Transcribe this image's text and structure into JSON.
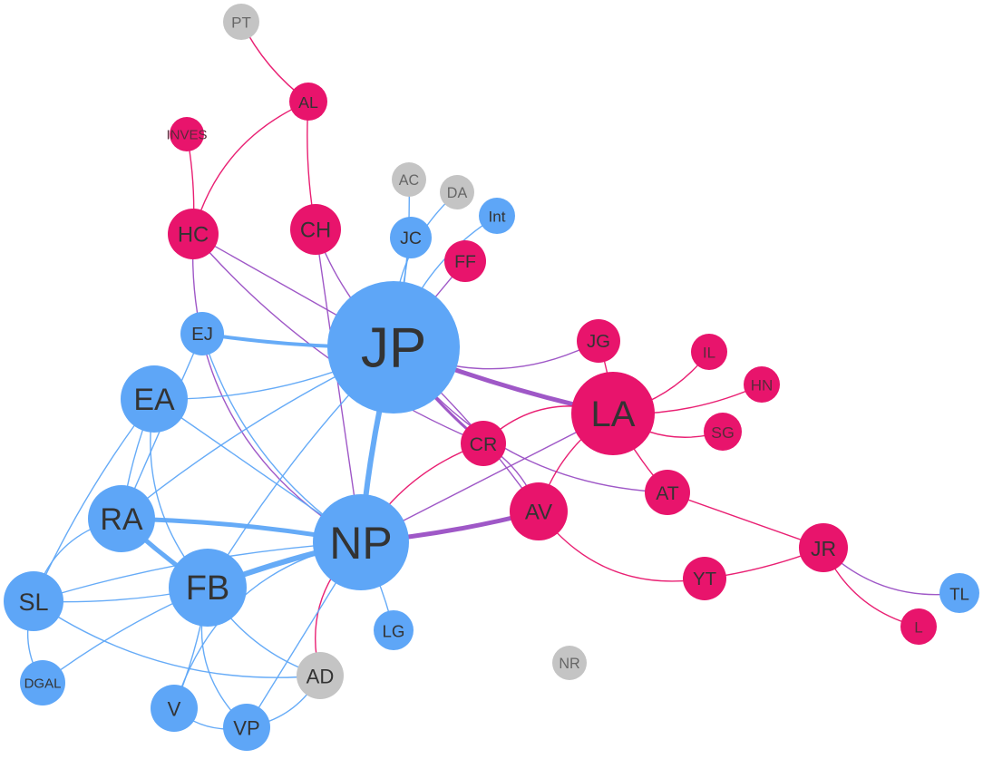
{
  "colors": {
    "blue": "#5ea6f7",
    "pink": "#e8146c",
    "gray": "#c4c4c4",
    "purple": "#9a4fc4",
    "label_dark": "#333333",
    "label_gray": "#666666"
  },
  "nodes": [
    {
      "id": "PT",
      "label": "PT",
      "group": "gray"
    },
    {
      "id": "AL",
      "label": "AL",
      "group": "pink"
    },
    {
      "id": "INVES",
      "label": "INVES",
      "group": "pink"
    },
    {
      "id": "AC",
      "label": "AC",
      "group": "gray"
    },
    {
      "id": "DA",
      "label": "DA",
      "group": "gray"
    },
    {
      "id": "Int",
      "label": "Int",
      "group": "blue"
    },
    {
      "id": "HC",
      "label": "HC",
      "group": "pink"
    },
    {
      "id": "CH",
      "label": "CH",
      "group": "pink"
    },
    {
      "id": "JC",
      "label": "JC",
      "group": "blue"
    },
    {
      "id": "FF",
      "label": "FF",
      "group": "pink"
    },
    {
      "id": "JP",
      "label": "JP",
      "group": "blue"
    },
    {
      "id": "EJ",
      "label": "EJ",
      "group": "blue"
    },
    {
      "id": "JG",
      "label": "JG",
      "group": "pink"
    },
    {
      "id": "IL",
      "label": "IL",
      "group": "pink"
    },
    {
      "id": "HN",
      "label": "HN",
      "group": "pink"
    },
    {
      "id": "EA",
      "label": "EA",
      "group": "blue"
    },
    {
      "id": "LA",
      "label": "LA",
      "group": "pink"
    },
    {
      "id": "SG",
      "label": "SG",
      "group": "pink"
    },
    {
      "id": "CR",
      "label": "CR",
      "group": "pink"
    },
    {
      "id": "AT",
      "label": "AT",
      "group": "pink"
    },
    {
      "id": "RA",
      "label": "RA",
      "group": "blue"
    },
    {
      "id": "AV",
      "label": "AV",
      "group": "pink"
    },
    {
      "id": "NP",
      "label": "NP",
      "group": "blue"
    },
    {
      "id": "JR",
      "label": "JR",
      "group": "pink"
    },
    {
      "id": "FB",
      "label": "FB",
      "group": "blue"
    },
    {
      "id": "YT",
      "label": "YT",
      "group": "pink"
    },
    {
      "id": "TL",
      "label": "TL",
      "group": "blue"
    },
    {
      "id": "SL",
      "label": "SL",
      "group": "blue"
    },
    {
      "id": "LG",
      "label": "LG",
      "group": "blue"
    },
    {
      "id": "L",
      "label": "L",
      "group": "pink"
    },
    {
      "id": "NR",
      "label": "NR",
      "group": "gray"
    },
    {
      "id": "AD",
      "label": "AD",
      "group": "gray"
    },
    {
      "id": "DGAL",
      "label": "DGAL",
      "group": "blue"
    },
    {
      "id": "V",
      "label": "V",
      "group": "blue"
    },
    {
      "id": "VP",
      "label": "VP",
      "group": "blue"
    }
  ],
  "edges": [
    {
      "source": "PT",
      "target": "AL",
      "color": "pink"
    },
    {
      "source": "AL",
      "target": "HC",
      "color": "pink"
    },
    {
      "source": "AL",
      "target": "CH",
      "color": "pink"
    },
    {
      "source": "INVES",
      "target": "HC",
      "color": "pink"
    },
    {
      "source": "AC",
      "target": "JP",
      "color": "blue"
    },
    {
      "source": "DA",
      "target": "JP",
      "color": "blue"
    },
    {
      "source": "Int",
      "target": "JP",
      "color": "blue"
    },
    {
      "source": "JC",
      "target": "JP",
      "color": "blue"
    },
    {
      "source": "FF",
      "target": "JP",
      "color": "purple"
    },
    {
      "source": "HC",
      "target": "JP",
      "color": "purple"
    },
    {
      "source": "HC",
      "target": "NP",
      "color": "purple"
    },
    {
      "source": "HC",
      "target": "CR",
      "color": "purple"
    },
    {
      "source": "CH",
      "target": "JP",
      "color": "purple"
    },
    {
      "source": "CH",
      "target": "NP",
      "color": "purple"
    },
    {
      "source": "EJ",
      "target": "JP",
      "color": "blue",
      "weight": 4
    },
    {
      "source": "EJ",
      "target": "NP",
      "color": "blue"
    },
    {
      "source": "EJ",
      "target": "RA",
      "color": "blue"
    },
    {
      "source": "EA",
      "target": "JP",
      "color": "blue"
    },
    {
      "source": "EA",
      "target": "NP",
      "color": "blue"
    },
    {
      "source": "EA",
      "target": "RA",
      "color": "blue"
    },
    {
      "source": "EA",
      "target": "FB",
      "color": "blue"
    },
    {
      "source": "EA",
      "target": "SL",
      "color": "blue"
    },
    {
      "source": "JP",
      "target": "NP",
      "color": "blue",
      "weight": 6
    },
    {
      "source": "JP",
      "target": "LA",
      "color": "purple",
      "weight": 5
    },
    {
      "source": "JP",
      "target": "JG",
      "color": "purple"
    },
    {
      "source": "JP",
      "target": "CR",
      "color": "purple",
      "weight": 3
    },
    {
      "source": "JP",
      "target": "AV",
      "color": "purple"
    },
    {
      "source": "JP",
      "target": "AT",
      "color": "purple"
    },
    {
      "source": "JP",
      "target": "RA",
      "color": "blue"
    },
    {
      "source": "JP",
      "target": "FB",
      "color": "blue"
    },
    {
      "source": "NP",
      "target": "RA",
      "color": "blue",
      "weight": 5
    },
    {
      "source": "NP",
      "target": "FB",
      "color": "blue",
      "weight": 6
    },
    {
      "source": "NP",
      "target": "AV",
      "color": "purple",
      "weight": 5
    },
    {
      "source": "NP",
      "target": "LA",
      "color": "purple"
    },
    {
      "source": "NP",
      "target": "LG",
      "color": "blue"
    },
    {
      "source": "NP",
      "target": "AD",
      "color": "pink"
    },
    {
      "source": "NP",
      "target": "SL",
      "color": "blue"
    },
    {
      "source": "NP",
      "target": "VP",
      "color": "blue"
    },
    {
      "source": "NP",
      "target": "V",
      "color": "blue"
    },
    {
      "source": "RA",
      "target": "FB",
      "color": "blue",
      "weight": 5
    },
    {
      "source": "RA",
      "target": "SL",
      "color": "blue"
    },
    {
      "source": "FB",
      "target": "SL",
      "color": "blue"
    },
    {
      "source": "FB",
      "target": "V",
      "color": "blue"
    },
    {
      "source": "FB",
      "target": "VP",
      "color": "blue"
    },
    {
      "source": "FB",
      "target": "AD",
      "color": "blue"
    },
    {
      "source": "SL",
      "target": "DGAL",
      "color": "blue"
    },
    {
      "source": "SL",
      "target": "AD",
      "color": "blue"
    },
    {
      "source": "DGAL",
      "target": "FB",
      "color": "blue"
    },
    {
      "source": "V",
      "target": "VP",
      "color": "blue"
    },
    {
      "source": "VP",
      "target": "AD",
      "color": "blue"
    },
    {
      "source": "LA",
      "target": "JG",
      "color": "pink"
    },
    {
      "source": "LA",
      "target": "IL",
      "color": "pink"
    },
    {
      "source": "LA",
      "target": "HN",
      "color": "pink"
    },
    {
      "source": "LA",
      "target": "SG",
      "color": "pink"
    },
    {
      "source": "LA",
      "target": "AT",
      "color": "pink"
    },
    {
      "source": "LA",
      "target": "AV",
      "color": "pink"
    },
    {
      "source": "LA",
      "target": "CR",
      "color": "pink"
    },
    {
      "source": "AT",
      "target": "JR",
      "color": "pink"
    },
    {
      "source": "AV",
      "target": "YT",
      "color": "pink"
    },
    {
      "source": "AV",
      "target": "CR",
      "color": "purple"
    },
    {
      "source": "YT",
      "target": "JR",
      "color": "pink"
    },
    {
      "source": "JR",
      "target": "TL",
      "color": "purple"
    },
    {
      "source": "JR",
      "target": "L",
      "color": "pink"
    },
    {
      "source": "CR",
      "target": "NP",
      "color": "pink"
    }
  ]
}
